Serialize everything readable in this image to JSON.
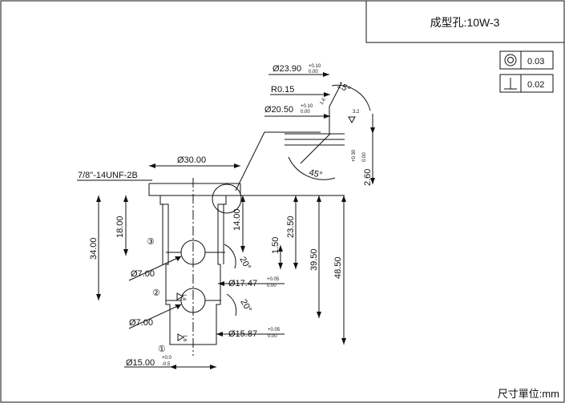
{
  "title_block": {
    "title": "成型孔:10W-3",
    "unit_note": "尺寸單位:mm"
  },
  "tolerances": {
    "concentricity_value": "0.03",
    "perpendicularity_value": "0.02"
  },
  "dimensions": {
    "d23_90": "Ø23.90",
    "d23_90_plus": "+0.10",
    "d23_90_minus": "0.00",
    "r0_15": "R0.15",
    "d20_50": "Ø20.50",
    "d20_50_plus": "+0.10",
    "d20_50_minus": "0.00",
    "angle_15": "15°",
    "roughness_16_a": "1.6",
    "roughness_32": "3.2",
    "plus_030": "+0.30",
    "zero_000": "0.00",
    "len_260": "2.60",
    "angle_45": "45°",
    "d30_00": "Ø30.00",
    "thread": "7/8\"-14UNF-2B",
    "len_1800": "18.00",
    "len_3400": "34.00",
    "len_1400": "14.00",
    "len_2350": "23.50",
    "len_150": "1.50",
    "len_3950": "39.50",
    "len_4850": "48.50",
    "angle_20_a": "20°",
    "angle_20_b": "20°",
    "d7_00_a": "Ø7.00",
    "d7_00_b": "Ø7.00",
    "d17_47": "Ø17.47",
    "d17_47_plus": "+0.05",
    "d17_47_minus": "0.00",
    "d15_87": "Ø15.87",
    "d15_87_plus": "+0.05",
    "d15_87_minus": "0.00",
    "d15_00": "Ø15.00",
    "d15_00_plus": "+0.0",
    "d15_00_minus": "-0.5",
    "roughness_16_b": "1.6",
    "roughness_16_c": "1.6",
    "port_1": "①",
    "port_2": "②",
    "port_3": "③"
  }
}
